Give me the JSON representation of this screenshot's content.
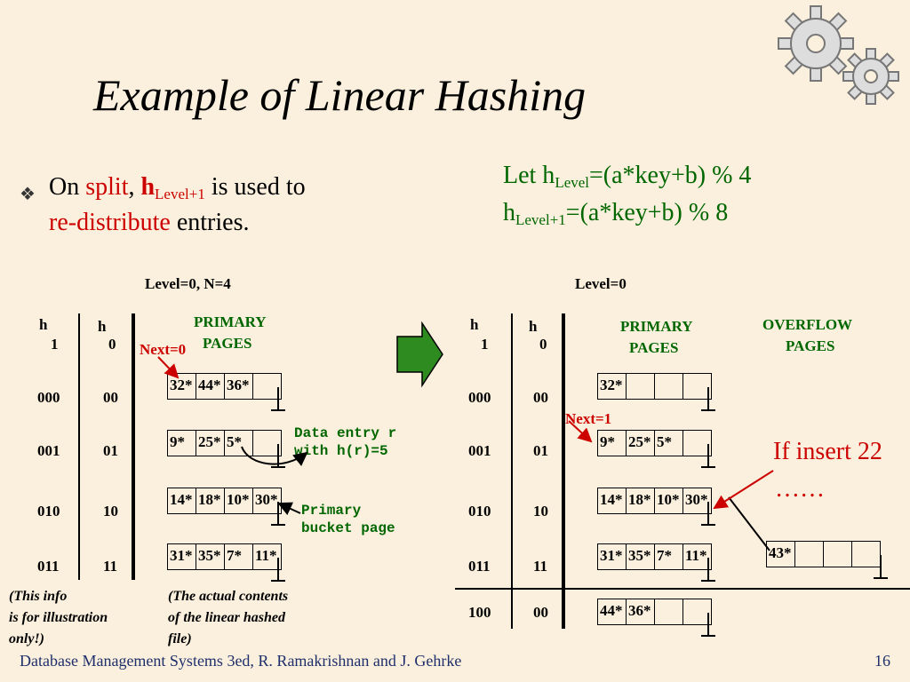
{
  "slide": {
    "title": "Example of Linear Hashing",
    "bullet": {
      "line1_a": "On ",
      "line1_split": "split",
      "line1_comma": ", ",
      "line1_h": "h",
      "line1_h_sub": "Level+1",
      "line1_b": " is used to",
      "line2_a": "re-distribute",
      "line2_b": " entries."
    },
    "formulas": {
      "l1_pre": "Let h",
      "l1_sub": "Level",
      "l1_post": "=(a*key+b) % 4",
      "l2_pre": "h",
      "l2_sub": "Level+1",
      "l2_post": "=(a*key+b) % 8"
    },
    "left": {
      "header": "Level=0, N=4",
      "h1_label": "h",
      "h1_sub": "1",
      "h0_label": "h",
      "h0_sub": "0",
      "primary_label_1": "PRIMARY",
      "primary_label_2": "PAGES",
      "next_label": "Next=0",
      "rows": [
        {
          "h1": "000",
          "h0": "00",
          "cells": [
            "32*",
            "44*",
            "36*",
            ""
          ]
        },
        {
          "h1": "001",
          "h0": "01",
          "cells": [
            "9*",
            "25*",
            "5*",
            ""
          ]
        },
        {
          "h1": "010",
          "h0": "10",
          "cells": [
            "14*",
            "18*",
            "10*",
            "30*"
          ]
        },
        {
          "h1": "011",
          "h0": "11",
          "cells": [
            "31*",
            "35*",
            "7*",
            "11*"
          ]
        }
      ],
      "data_entry_1": "Data entry r",
      "data_entry_2": "with h(r)=5",
      "primary_bucket_1": "Primary",
      "primary_bucket_2": "bucket page",
      "note1_1": "(This info",
      "note1_2": "is for illustration",
      "note1_3": "only!)",
      "note2_1": "(The actual contents",
      "note2_2": "of the linear hashed",
      "note2_3": "file)"
    },
    "right": {
      "header": "Level=0",
      "h1_label": "h",
      "h1_sub": "1",
      "h0_label": "h",
      "h0_sub": "0",
      "primary_label_1": "PRIMARY",
      "primary_label_2": "PAGES",
      "overflow_label_1": "OVERFLOW",
      "overflow_label_2": "PAGES",
      "next_label": "Next=1",
      "rows": [
        {
          "h1": "000",
          "h0": "00",
          "cells": [
            "32*",
            "",
            "",
            ""
          ]
        },
        {
          "h1": "001",
          "h0": "01",
          "cells": [
            "9*",
            "25*",
            "5*",
            ""
          ]
        },
        {
          "h1": "010",
          "h0": "10",
          "cells": [
            "14*",
            "18*",
            "10*",
            "30*"
          ]
        },
        {
          "h1": "011",
          "h0": "11",
          "cells": [
            "31*",
            "35*",
            "7*",
            "11*"
          ]
        },
        {
          "h1": "100",
          "h0": "00",
          "cells": [
            "44*",
            "36*",
            "",
            ""
          ]
        }
      ],
      "overflow_cells": [
        "43*",
        "",
        "",
        ""
      ],
      "insert_1": "If insert 22",
      "insert_2": "……"
    },
    "footer": {
      "left": "Database Management Systems 3ed,  R. Ramakrishnan and J. Gehrke",
      "page": "16"
    },
    "colors": {
      "background": "#FBF0DD",
      "accent_red": "#CC0000",
      "accent_green": "#006600",
      "arrow_green": "#2E8B1F",
      "footer_blue": "#1E2F6B"
    },
    "icons": [
      "gears-icon",
      "diamond-bullet-icon",
      "right-arrow-icon"
    ]
  }
}
